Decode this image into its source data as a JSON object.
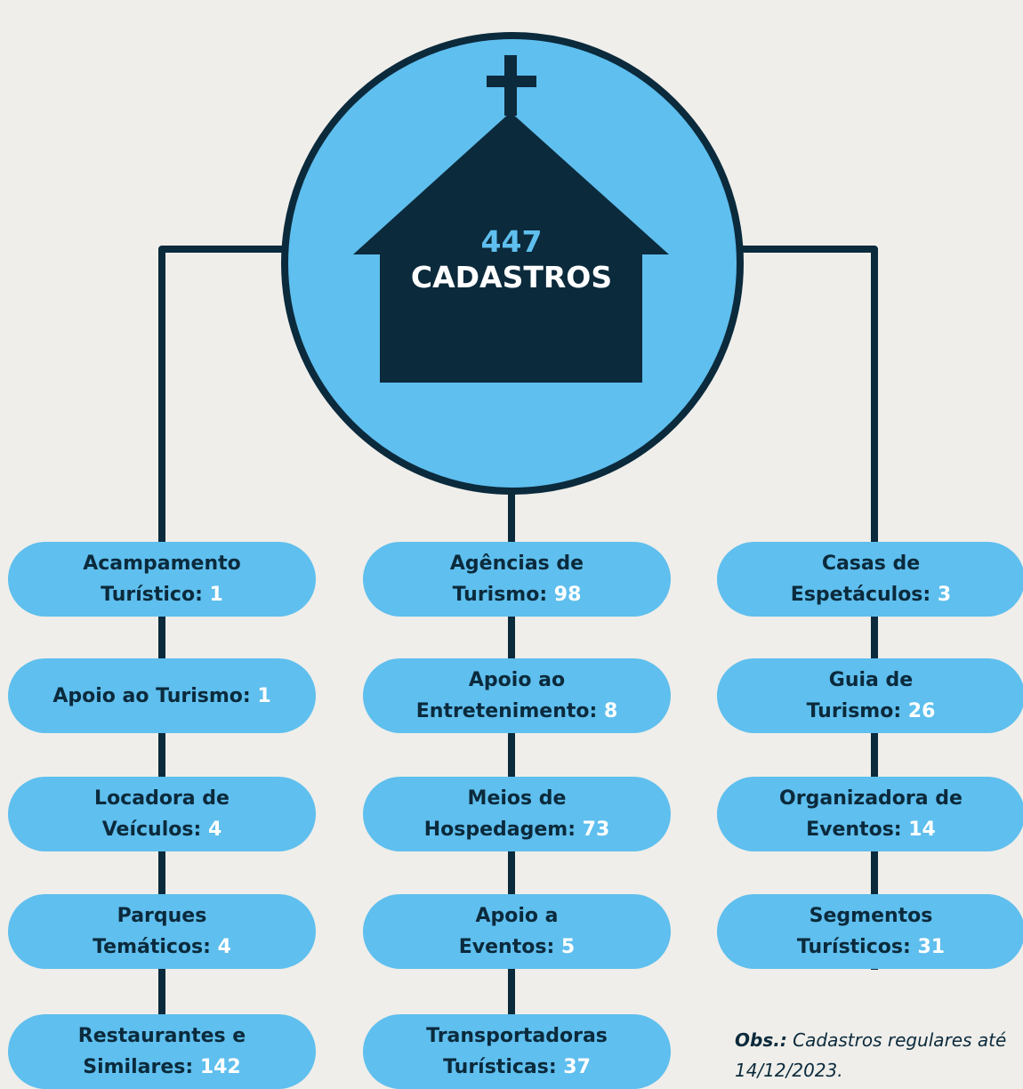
{
  "colors": {
    "background": "#efeeea",
    "dark": "#0b2a3c",
    "accent": "#5fbfee",
    "value_text": "#ffffff"
  },
  "center": {
    "icon": "church-icon",
    "total": "447",
    "label": "CADASTROS"
  },
  "columns": [
    [
      {
        "line1": "Acampamento",
        "line2": "Turístico: ",
        "value": "1"
      },
      {
        "line1": "",
        "line2": "Apoio ao Turismo: ",
        "value": "1"
      },
      {
        "line1": "Locadora de",
        "line2": "Veículos: ",
        "value": "4"
      },
      {
        "line1": "Parques",
        "line2": "Temáticos: ",
        "value": "4"
      },
      {
        "line1": "Restaurantes e",
        "line2": "Similares: ",
        "value": "142"
      }
    ],
    [
      {
        "line1": "Agências de",
        "line2": "Turismo: ",
        "value": "98"
      },
      {
        "line1": "Apoio ao",
        "line2": "Entretenimento: ",
        "value": "8"
      },
      {
        "line1": "Meios de",
        "line2": "Hospedagem: ",
        "value": "73"
      },
      {
        "line1": "Apoio a",
        "line2": "Eventos: ",
        "value": "5"
      },
      {
        "line1": "Transportadoras",
        "line2": "Turísticas: ",
        "value": "37"
      }
    ],
    [
      {
        "line1": "Casas de",
        "line2": "Espetáculos: ",
        "value": "3"
      },
      {
        "line1": "Guia de",
        "line2": "Turismo: ",
        "value": "26"
      },
      {
        "line1": "Organizadora de",
        "line2": "Eventos: ",
        "value": "14"
      },
      {
        "line1": "Segmentos",
        "line2": "Turísticos: ",
        "value": "31"
      }
    ]
  ],
  "note": {
    "prefix": "Obs.:",
    "text": " Cadastros regulares até 14/12/2023."
  }
}
